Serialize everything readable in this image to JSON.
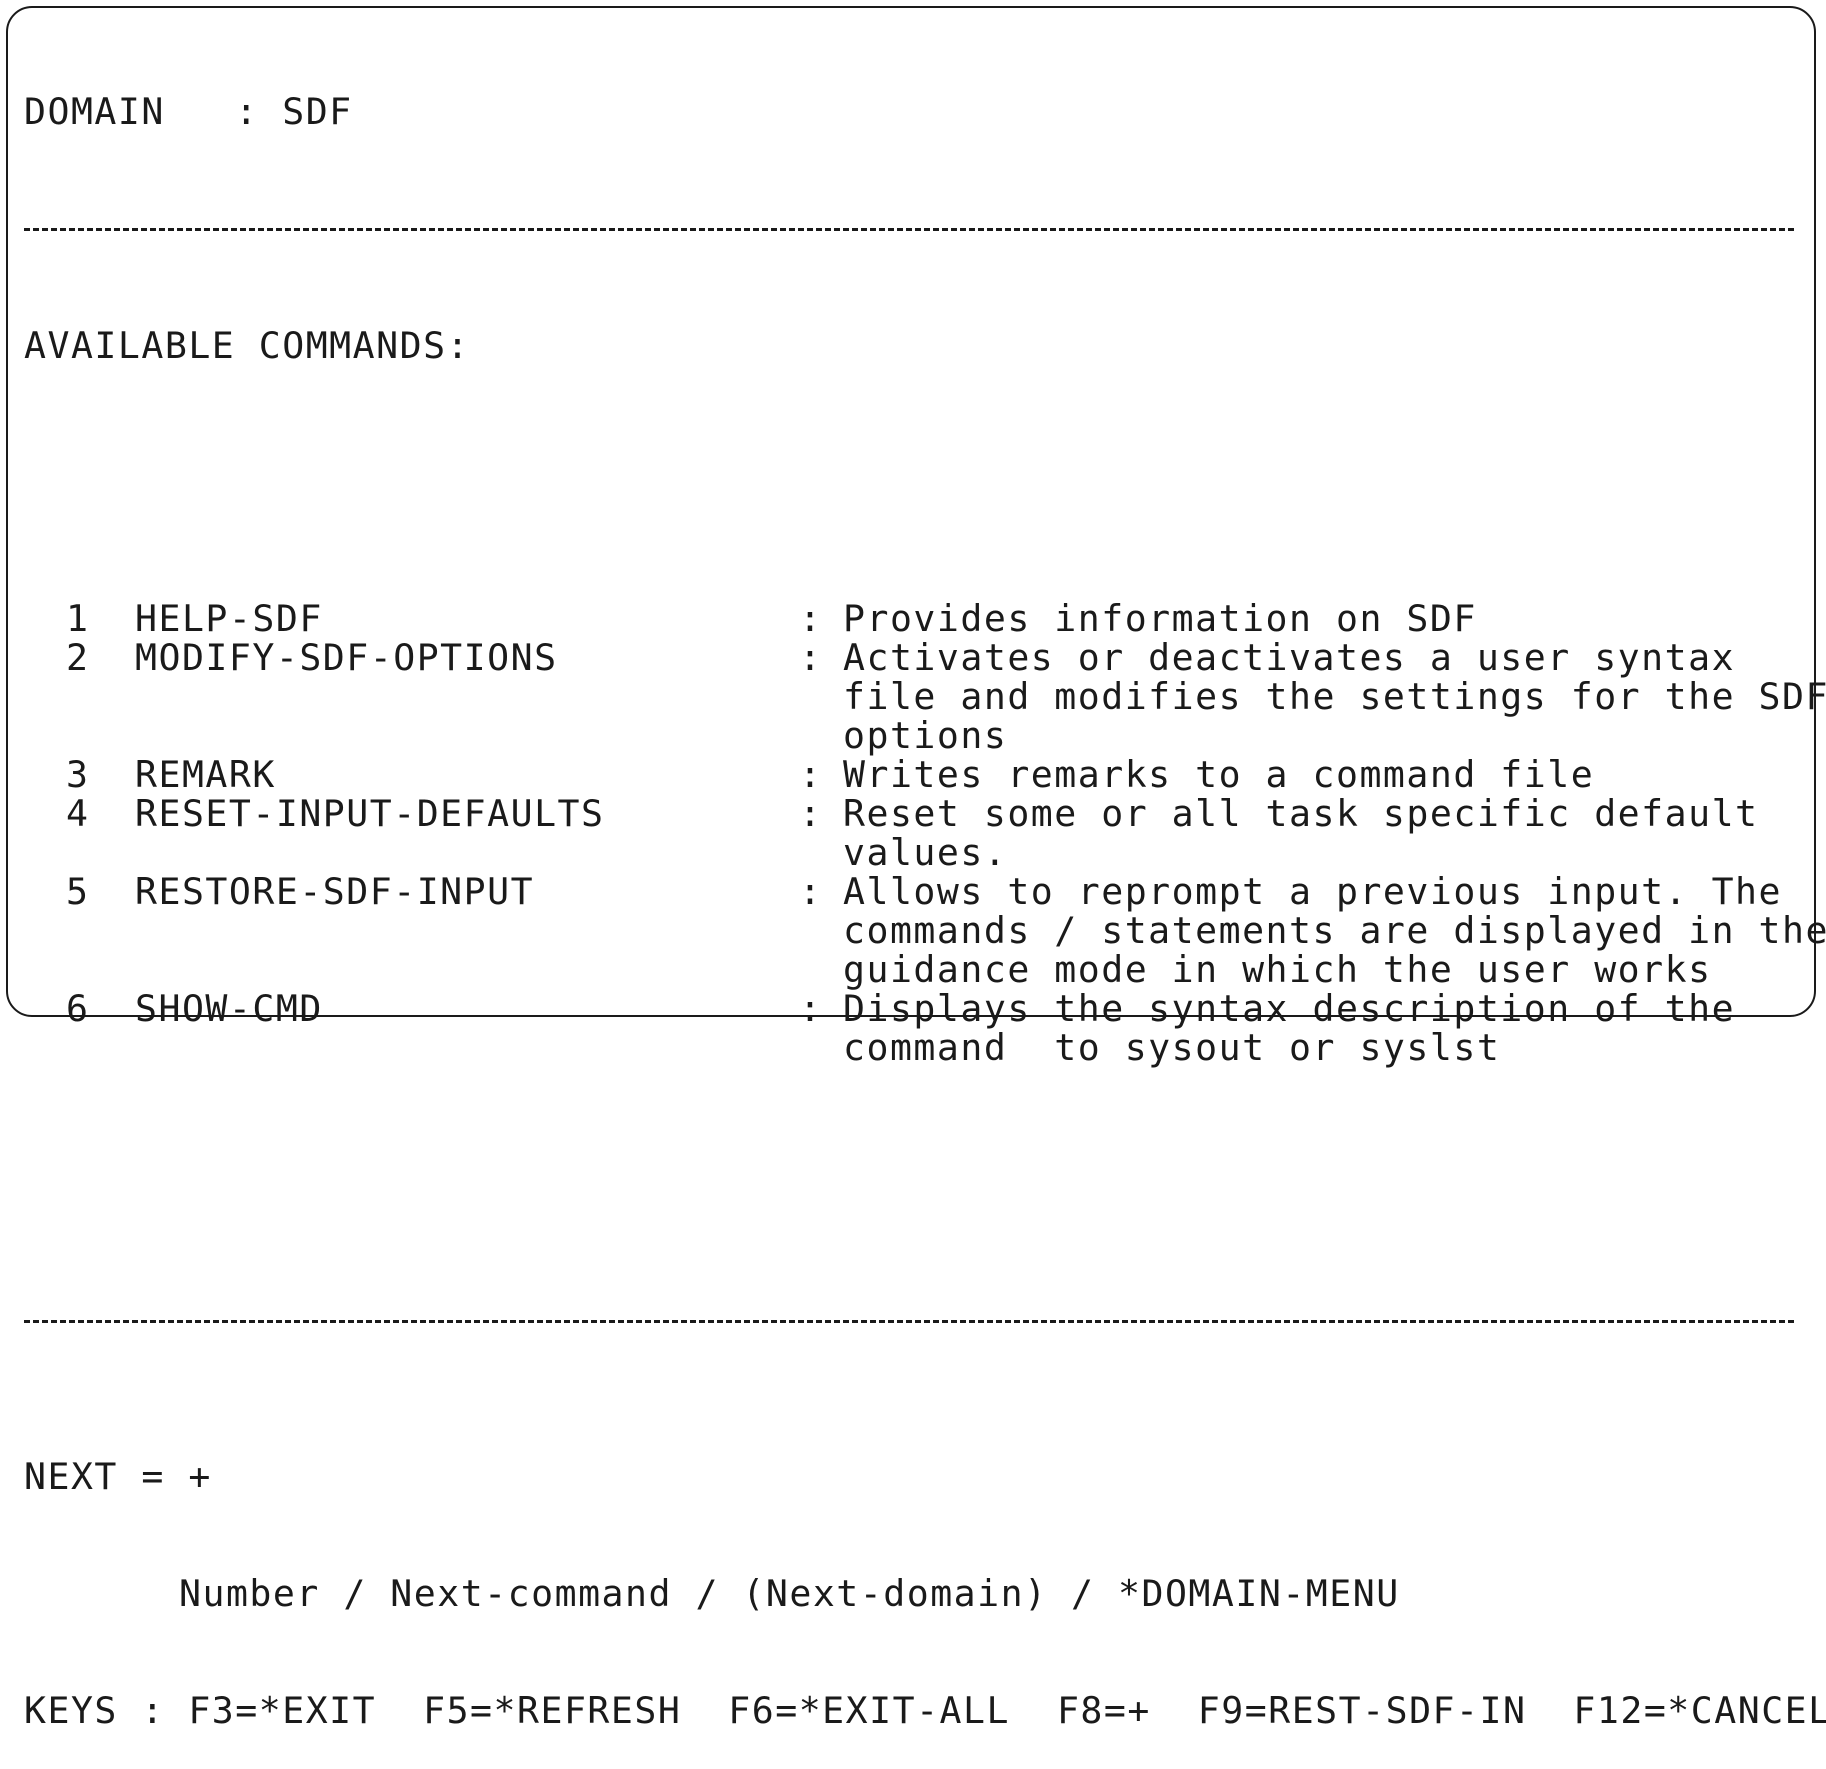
{
  "header": {
    "domain_label": "DOMAIN   : SDF"
  },
  "section_title": "AVAILABLE COMMANDS:",
  "commands": [
    {
      "num": "1",
      "name": "HELP-SDF",
      "desc": [
        "Provides information on SDF"
      ]
    },
    {
      "num": "2",
      "name": "MODIFY-SDF-OPTIONS",
      "desc": [
        "Activates or deactivates a user syntax",
        "file and modifies the settings for the SDF",
        "options"
      ]
    },
    {
      "num": "3",
      "name": "REMARK",
      "desc": [
        "Writes remarks to a command file"
      ]
    },
    {
      "num": "4",
      "name": "RESET-INPUT-DEFAULTS",
      "desc": [
        "Reset some or all task specific default",
        "values."
      ]
    },
    {
      "num": "5",
      "name": "RESTORE-SDF-INPUT",
      "desc": [
        "Allows to reprompt a previous input. The",
        "commands / statements are displayed in the",
        "guidance mode in which the user works"
      ]
    },
    {
      "num": "6",
      "name": "SHOW-CMD",
      "desc": [
        "Displays the syntax description of the",
        "command  to sysout or syslst"
      ]
    }
  ],
  "separator": ":",
  "next": {
    "label": "NEXT = ",
    "value": "+",
    "hint": "Number / Next-command / (Next-domain) / *DOMAIN-MENU"
  },
  "keys": {
    "label": "KEYS : ",
    "items": [
      "F3=*EXIT",
      "F5=*REFRESH",
      "F6=*EXIT-ALL",
      "F8=+",
      "F9=REST-SDF-IN",
      "F12=*CANCEL"
    ]
  }
}
